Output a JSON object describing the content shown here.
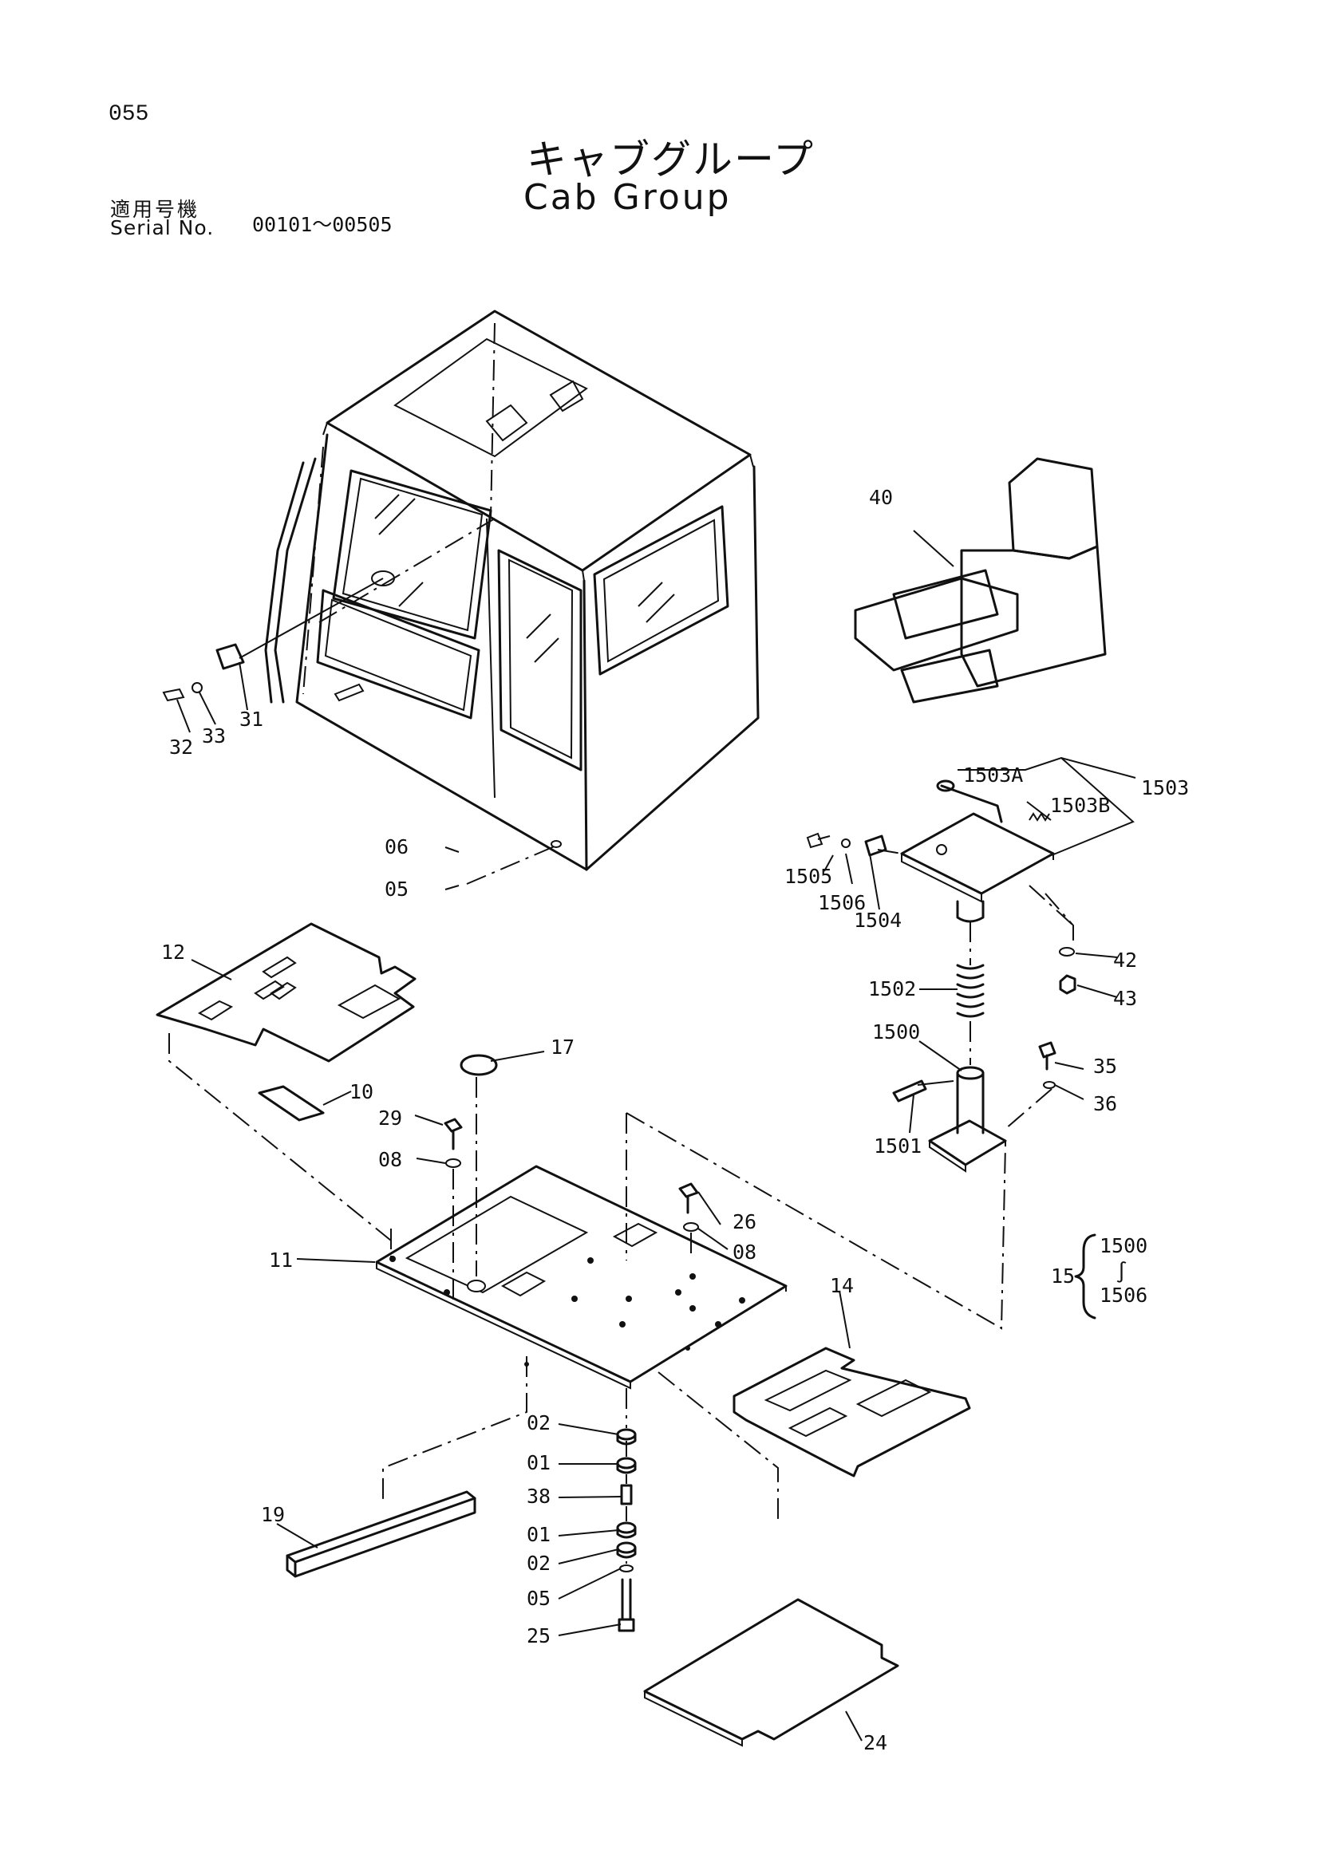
{
  "header": {
    "page_number": "055",
    "title_jp": "キャブグループ",
    "title_en": "Cab Group",
    "serial_label_jp": "適用号機",
    "serial_label_en": "Serial No.",
    "serial_range": "00101～00505"
  },
  "callouts": {
    "c32": "32",
    "c33": "33",
    "c31": "31",
    "c40": "40",
    "c06": "06",
    "c05a": "05",
    "c1503A": "1503A",
    "c1503B": "1503B",
    "c1503": "1503",
    "c1505": "1505",
    "c1506": "1506",
    "c1504": "1504",
    "c42": "42",
    "c43": "43",
    "c1502": "1502",
    "c1500": "1500",
    "c35": "35",
    "c36": "36",
    "c1501": "1501",
    "c12": "12",
    "c17": "17",
    "c10": "10",
    "c29": "29",
    "c08a": "08",
    "c26": "26",
    "c08b": "08",
    "c11": "11",
    "c14": "14",
    "c02a": "02",
    "c01a": "01",
    "c38": "38",
    "c01b": "01",
    "c02b": "02",
    "c05b": "05",
    "c25": "25",
    "c19": "19",
    "c24": "24"
  },
  "kit": {
    "number": "15",
    "range_from": "1500",
    "range_sep": "∫",
    "range_to": "1506"
  }
}
